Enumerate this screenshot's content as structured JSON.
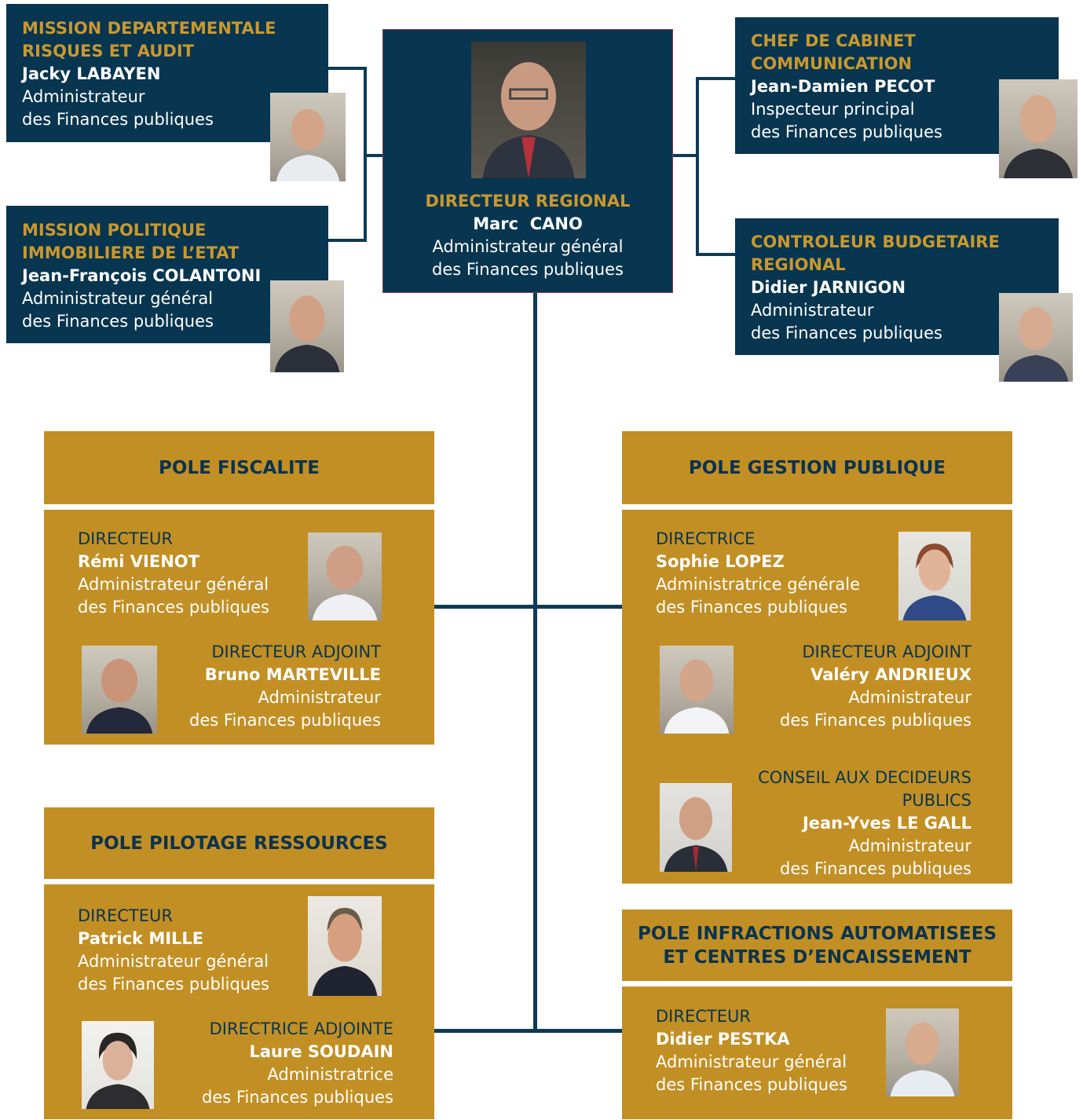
{
  "director": {
    "label": "DIRECTEUR REGIONAL",
    "name": "Marc  CANO",
    "title1": "Administrateur général",
    "title2": "des Finances publiques"
  },
  "mission_risques": {
    "label1": "MISSION DEPARTEMENTALE",
    "label2": "RISQUES ET AUDIT",
    "name": "Jacky LABAYEN",
    "title1": "Administrateur",
    "title2": "des Finances publiques"
  },
  "mission_immo": {
    "label1": "MISSION POLITIQUE",
    "label2": "IMMOBILIERE DE L’ETAT",
    "name": "Jean-François COLANTONI",
    "title1": "Administrateur général",
    "title2": "des Finances publiques"
  },
  "chef_cabinet": {
    "label1": "CHEF DE CABINET",
    "label2": "COMMUNICATION",
    "name": "Jean-Damien PECOT",
    "title1": "Inspecteur principal",
    "title2": "des Finances publiques"
  },
  "controleur": {
    "label1": "CONTROLEUR BUDGETAIRE",
    "label2": "REGIONAL",
    "name": "Didier JARNIGON",
    "title1": "Administrateur",
    "title2": "des Finances publiques"
  },
  "pole_fiscalite": {
    "title": "POLE FISCALITE",
    "director": {
      "role": "DIRECTEUR",
      "name": "Rémi VIENOT",
      "title1": "Administrateur général",
      "title2": "des Finances publiques"
    },
    "deputy": {
      "role": "DIRECTEUR ADJOINT",
      "name": "Bruno MARTEVILLE",
      "title1": "Administrateur",
      "title2": "des Finances publiques"
    }
  },
  "pole_gestion": {
    "title": "POLE GESTION PUBLIQUE",
    "director": {
      "role": "DIRECTRICE",
      "name": "Sophie LOPEZ",
      "title1": "Administratrice générale",
      "title2": "des Finances publiques"
    },
    "deputy": {
      "role": "DIRECTEUR ADJOINT",
      "name": "Valéry ANDRIEUX",
      "title1": "Administrateur",
      "title2": "des Finances publiques"
    },
    "conseil": {
      "role1": "CONSEIL AUX DECIDEURS",
      "role2": "PUBLICS",
      "name": "Jean-Yves LE GALL",
      "title1": "Administrateur",
      "title2": "des Finances publiques"
    }
  },
  "pole_pilotage": {
    "title": "POLE PILOTAGE RESSOURCES",
    "director": {
      "role": "DIRECTEUR",
      "name": "Patrick MILLE",
      "title1": "Administrateur général",
      "title2": "des Finances publiques"
    },
    "deputy": {
      "role": "DIRECTRICE ADJOINTE",
      "name": "Laure SOUDAIN",
      "title1": "Administratrice",
      "title2": "des Finances publiques"
    }
  },
  "pole_infractions": {
    "title1": "POLE INFRACTIONS AUTOMATISEES",
    "title2": "ET CENTRES D’ENCAISSEMENT",
    "director": {
      "role": "DIRECTEUR",
      "name": "Didier PESTKA",
      "title1": "Administrateur général",
      "title2": "des Finances publiques"
    }
  },
  "colors": {
    "navy": "#08354f",
    "gold": "#c28f24",
    "label_gold": "#c9982f",
    "line": "#0d3a55"
  }
}
